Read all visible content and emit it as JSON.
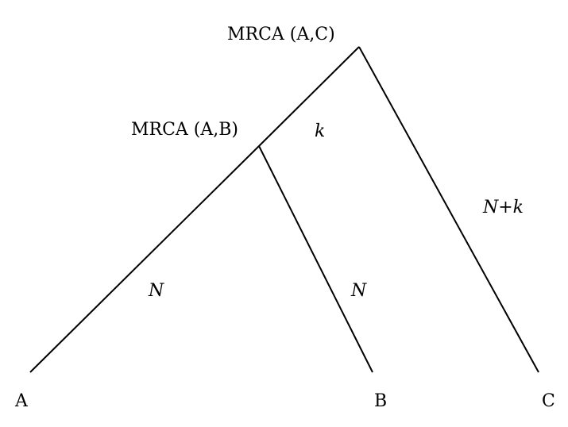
{
  "nodes": {
    "mrca_ac": "MRCA (A,C)",
    "mrca_ab": "MRCA (A,B)"
  },
  "leaves": {
    "a": "A",
    "b": "B",
    "c": "C"
  },
  "branch_lengths": {
    "internal_ab": "k",
    "a_branch": "N",
    "b_branch": "N",
    "c_branch": "N+k"
  }
}
